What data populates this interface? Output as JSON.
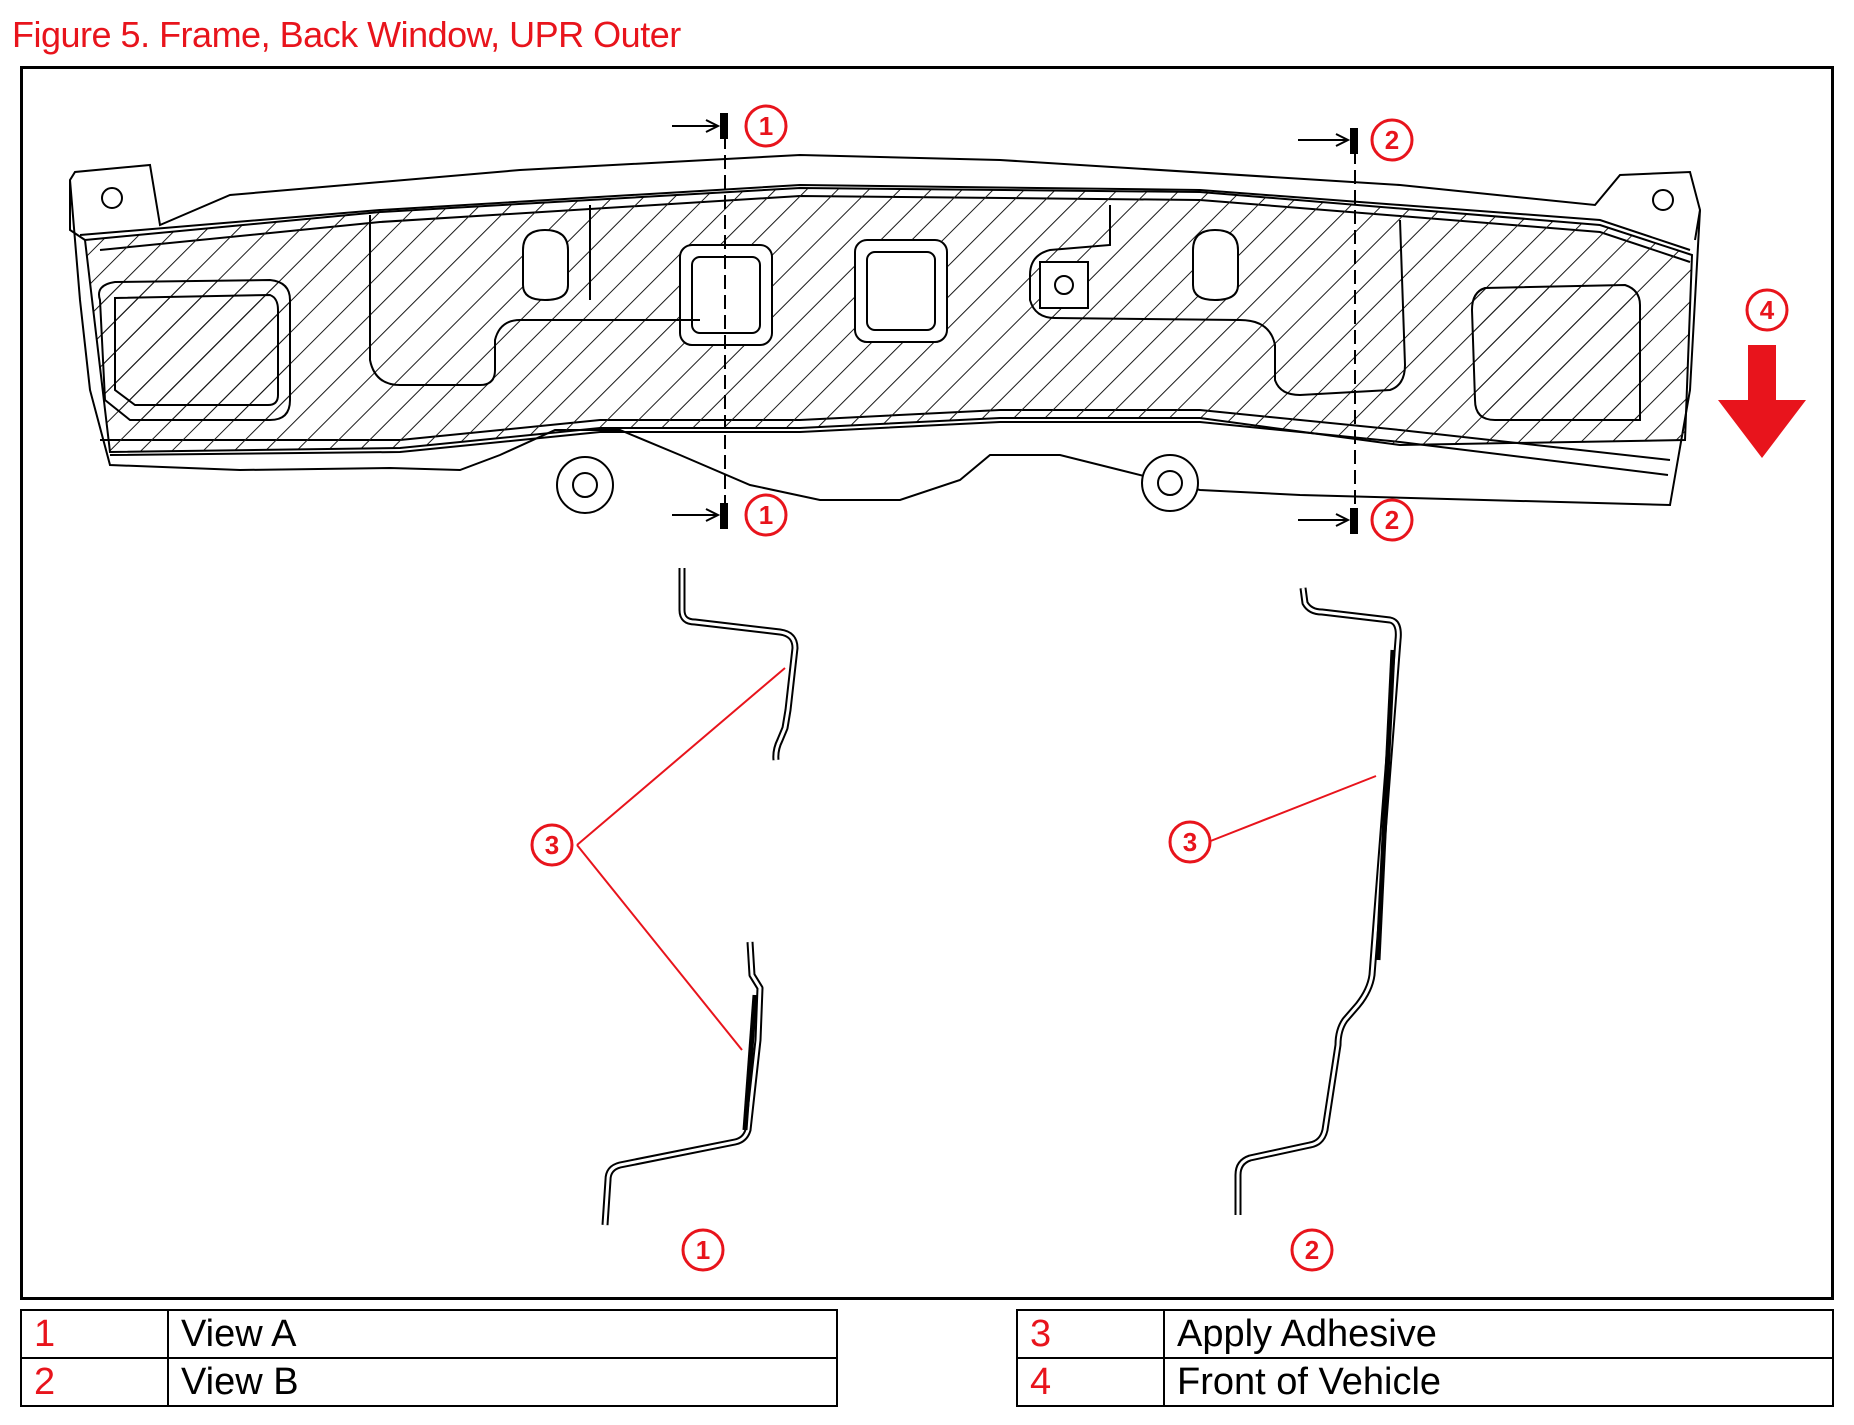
{
  "title": "Figure 5. Frame, Back Window, UPR Outer",
  "callouts": {
    "view_a": "1",
    "view_b": "2",
    "adhesive": "3",
    "front": "4"
  },
  "legend_left": [
    {
      "num": "1",
      "label": "View A"
    },
    {
      "num": "2",
      "label": "View B"
    }
  ],
  "legend_right": [
    {
      "num": "3",
      "label": "Apply Adhesive"
    },
    {
      "num": "4",
      "label": "Front of Vehicle"
    }
  ],
  "colors": {
    "callout": "#e8141c",
    "line": "#000000",
    "hatch": "#1a1a1a"
  }
}
